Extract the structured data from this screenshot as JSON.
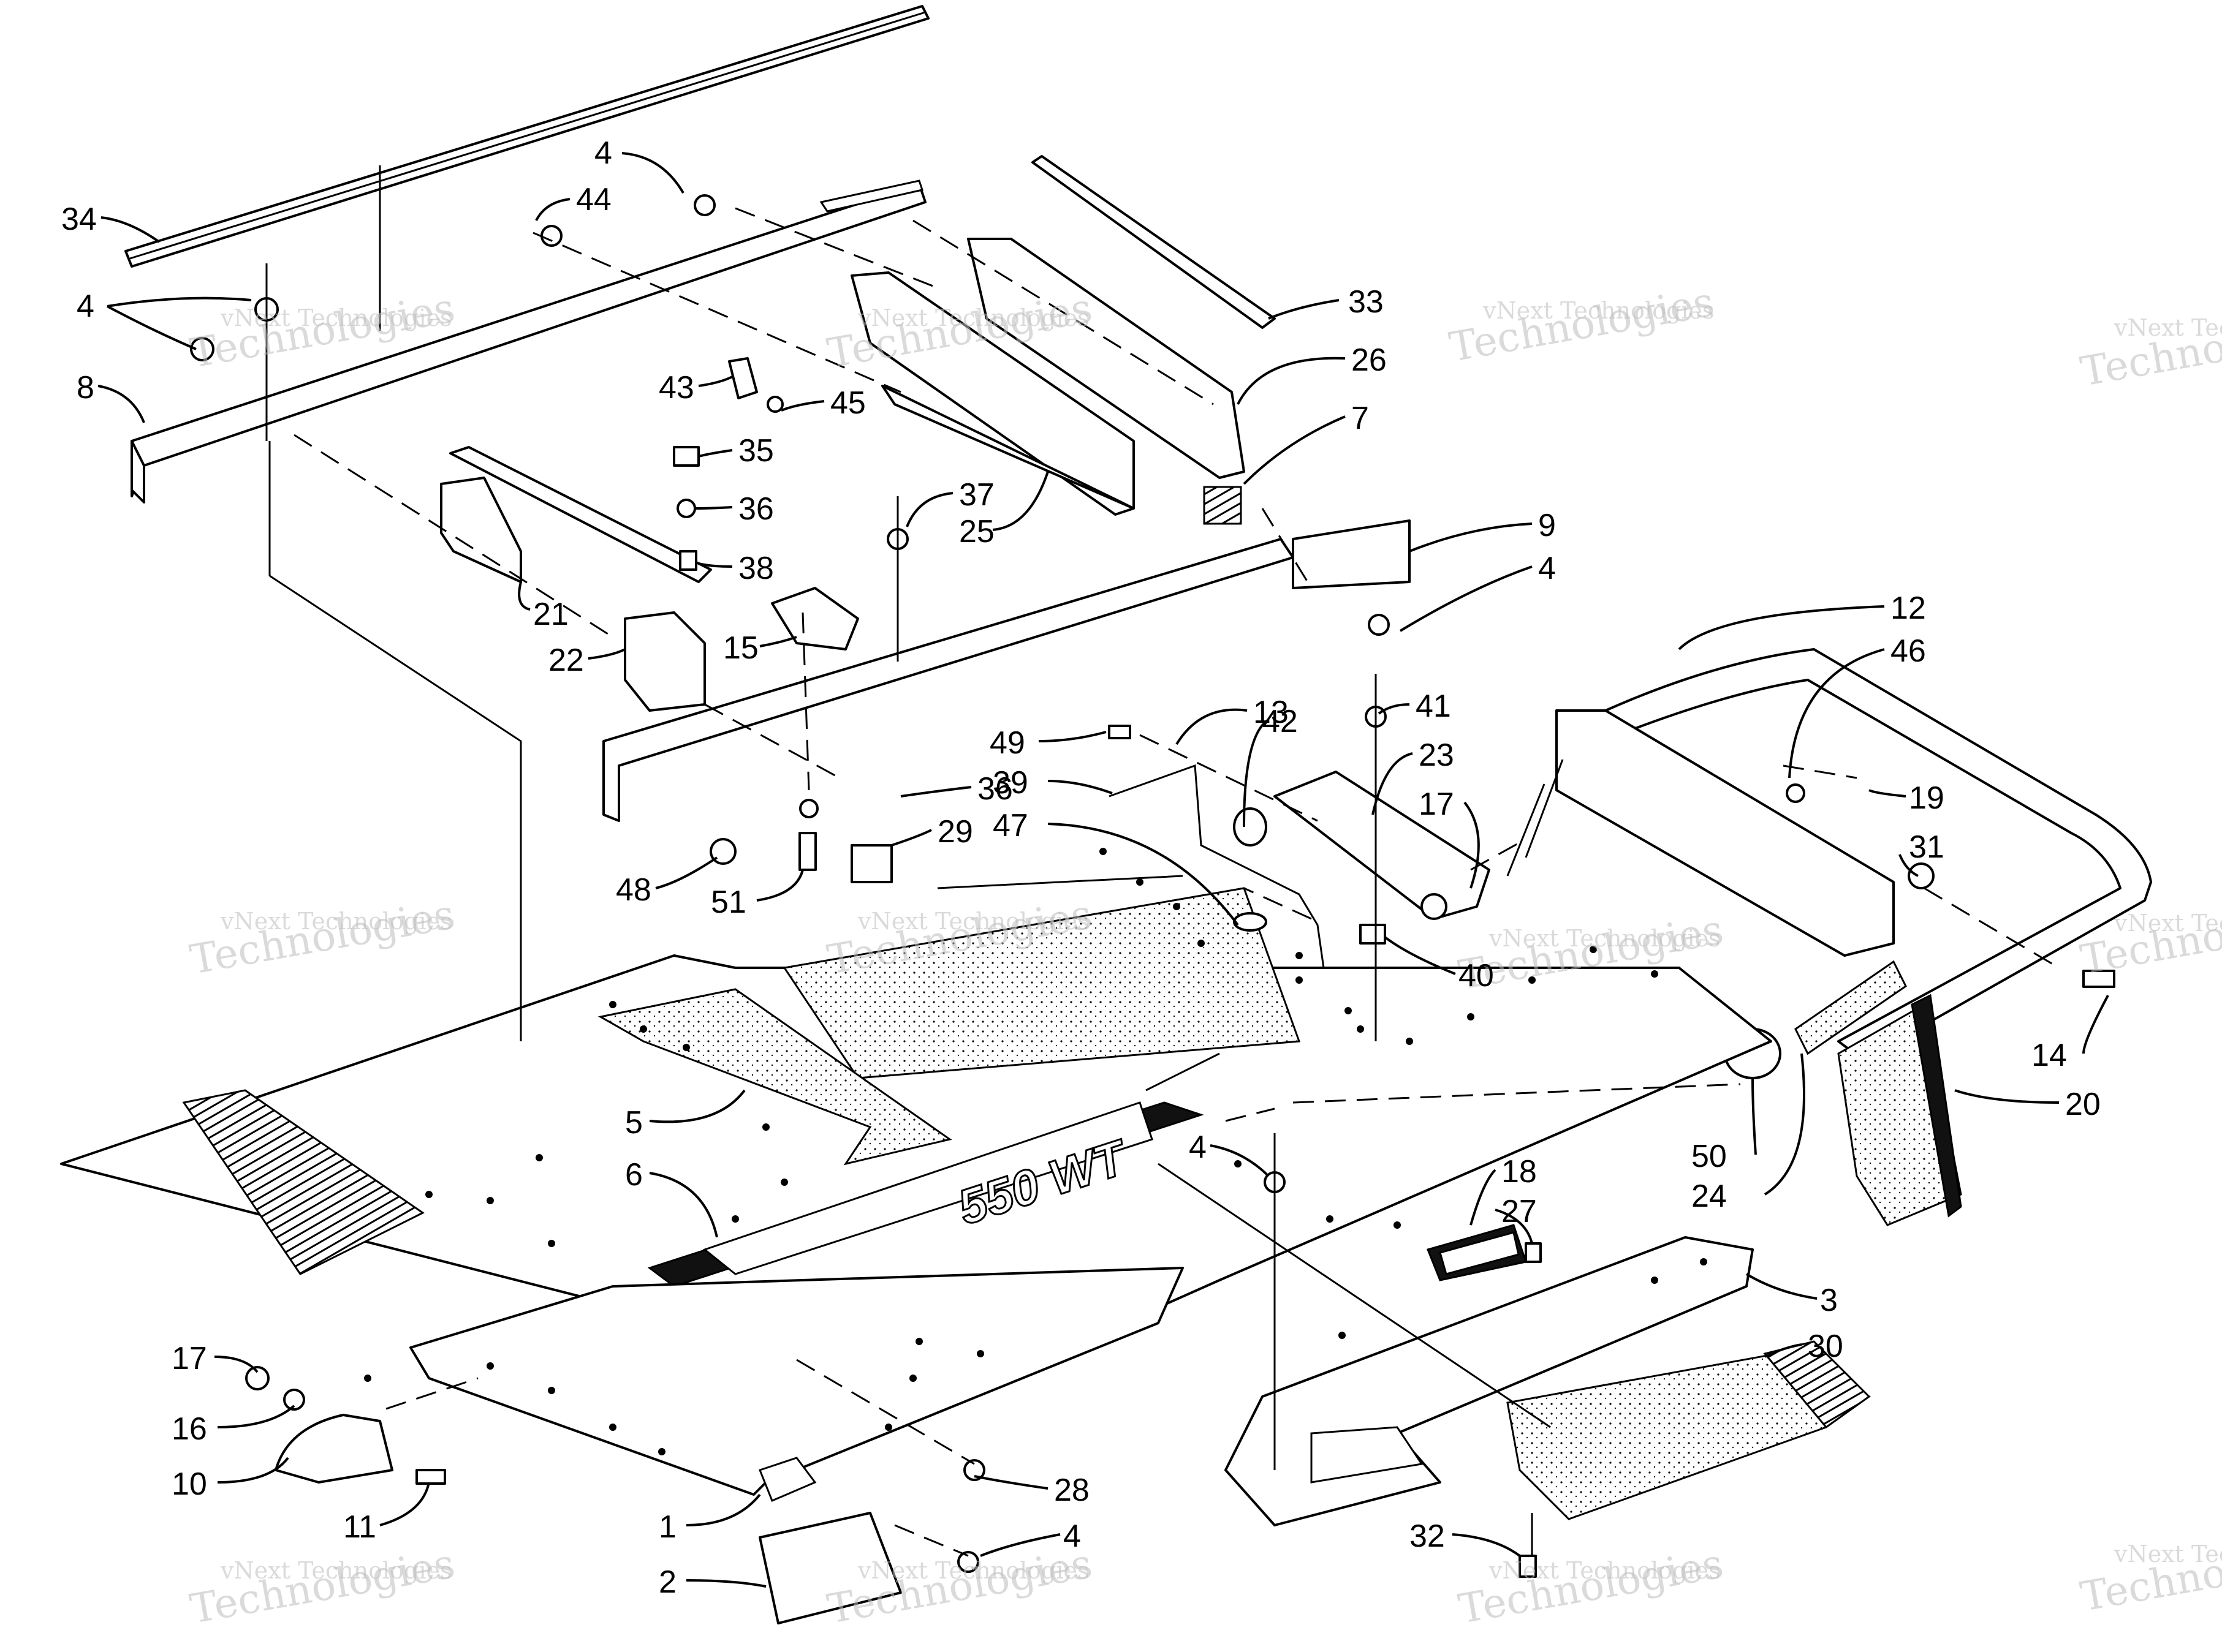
{
  "watermark": {
    "small": "vNext Technologies",
    "large": "Technologies",
    "color": "#bdbdbd"
  },
  "callouts": [
    {
      "id": "c34a",
      "label": "34"
    },
    {
      "id": "c4a",
      "label": "4"
    },
    {
      "id": "c44",
      "label": "44"
    },
    {
      "id": "c4b",
      "label": "4"
    },
    {
      "id": "c8",
      "label": "8"
    },
    {
      "id": "c43",
      "label": "43"
    },
    {
      "id": "c45",
      "label": "45"
    },
    {
      "id": "c35",
      "label": "35"
    },
    {
      "id": "c36a",
      "label": "36"
    },
    {
      "id": "c38",
      "label": "38"
    },
    {
      "id": "c21",
      "label": "21"
    },
    {
      "id": "c22",
      "label": "22"
    },
    {
      "id": "c15",
      "label": "15"
    },
    {
      "id": "c37",
      "label": "37"
    },
    {
      "id": "c25",
      "label": "25"
    },
    {
      "id": "c33",
      "label": "33"
    },
    {
      "id": "c26",
      "label": "26"
    },
    {
      "id": "c7",
      "label": "7"
    },
    {
      "id": "c9",
      "label": "9"
    },
    {
      "id": "c4c",
      "label": "4"
    },
    {
      "id": "c12",
      "label": "12"
    },
    {
      "id": "c46",
      "label": "46"
    },
    {
      "id": "c13",
      "label": "13"
    },
    {
      "id": "c42",
      "label": "42"
    },
    {
      "id": "c41",
      "label": "41"
    },
    {
      "id": "c23",
      "label": "23"
    },
    {
      "id": "c49",
      "label": "49"
    },
    {
      "id": "c39",
      "label": "39"
    },
    {
      "id": "c17a",
      "label": "17"
    },
    {
      "id": "c19",
      "label": "19"
    },
    {
      "id": "c36b",
      "label": "36"
    },
    {
      "id": "c47",
      "label": "47"
    },
    {
      "id": "c29",
      "label": "29"
    },
    {
      "id": "c31",
      "label": "31"
    },
    {
      "id": "c48",
      "label": "48"
    },
    {
      "id": "c51",
      "label": "51"
    },
    {
      "id": "c40",
      "label": "40"
    },
    {
      "id": "c14",
      "label": "14"
    },
    {
      "id": "c20",
      "label": "20"
    },
    {
      "id": "c5",
      "label": "5"
    },
    {
      "id": "c6",
      "label": "6"
    },
    {
      "id": "c4d",
      "label": "4"
    },
    {
      "id": "c18",
      "label": "18"
    },
    {
      "id": "c27",
      "label": "27"
    },
    {
      "id": "c50",
      "label": "50"
    },
    {
      "id": "c24",
      "label": "24"
    },
    {
      "id": "c3",
      "label": "3"
    },
    {
      "id": "c30",
      "label": "30"
    },
    {
      "id": "c17b",
      "label": "17"
    },
    {
      "id": "c16",
      "label": "16"
    },
    {
      "id": "c10",
      "label": "10"
    },
    {
      "id": "c11",
      "label": "11"
    },
    {
      "id": "c28",
      "label": "28"
    },
    {
      "id": "c1",
      "label": "1"
    },
    {
      "id": "c2",
      "label": "2"
    },
    {
      "id": "c4e",
      "label": "4"
    },
    {
      "id": "c32",
      "label": "32"
    }
  ],
  "decal": {
    "text": "550 WT"
  }
}
